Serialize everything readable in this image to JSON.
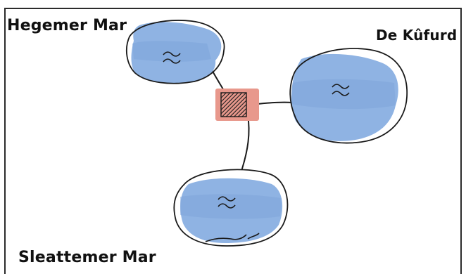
{
  "colors": {
    "lake": "#8fb3e3",
    "lake_dark": "#7ea4da",
    "junction_fill": "#e8988c",
    "junction_hatch": "#1d1d1d",
    "ink": "#1a1a1a",
    "frame": "#2b2b2b"
  },
  "icons": {
    "water": "tilde-wave-icon",
    "junction": "hatched-square-icon"
  },
  "lakes": [
    {
      "id": "north-west",
      "label": "Hegemer Mar"
    },
    {
      "id": "north-east",
      "label": "De Kûfurd"
    },
    {
      "id": "south",
      "label": "Sleattemer Mar"
    }
  ]
}
